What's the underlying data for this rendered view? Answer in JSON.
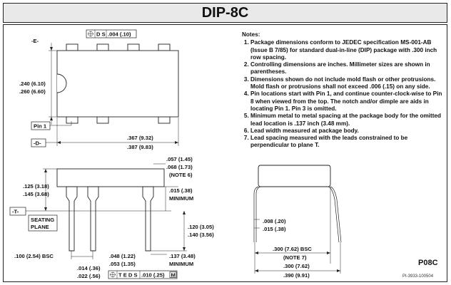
{
  "title": "DIP-8C",
  "notes": {
    "heading": "Notes:",
    "items": [
      "Package dimensions conform to JEDEC specification MS-001-AB (Issue B 7/85) for standard dual-in-line (DIP) package with .300 inch row spacing.",
      "Controlling dimensions are inches. Millimeter sizes are shown in parentheses.",
      "Dimensions shown do not include mold flash or other protrusions. Mold flash or protrusions shall not exceed .006 (.15) on any side.",
      "Pin locations start with Pin 1, and continue counter-clock-wise to Pin 8 when viewed from the top. The notch and/or dimple are aids in locating Pin 1. Pin 3 is omitted.",
      "Minimum metal to metal spacing at the package body for the omitted lead location is .137 inch (3.48 mm).",
      "Lead width measured at package body.",
      "Lead spacing measured with the leads constrained to be perpendicular to plane T."
    ]
  },
  "top_view": {
    "datum_e": "-E-",
    "fcf_ds": "D S",
    "fcf_tol": ".004 (.10)",
    "width_min": ".240 (6.10)",
    "width_max": ".260 (6.60)",
    "pin1_label": "Pin 1",
    "datum_d": "-D-",
    "length_min": ".367 (9.32)",
    "length_max": ".387 (9.83)"
  },
  "side_view": {
    "lead_top_min": ".057 (1.45)",
    "lead_top_max": ".068 (1.73)",
    "note6": "(NOTE 6)",
    "standoff": ".015 (.38)",
    "minimum1": "MINIMUM",
    "height_min": ".125 (3.18)",
    "height_max": ".145 (3.68)",
    "datum_t": "-T-",
    "seating_plane_1": "SEATING",
    "seating_plane_2": "PLANE",
    "lead_len_min": ".120 (3.05)",
    "lead_len_max": ".140 (3.56)",
    "bsc": ".100 (2.54) BSC",
    "shoulder_min": ".048 (1.22)",
    "shoulder_max": ".053 (1.35)",
    "gap": ".137 (3.48)",
    "minimum2": "MINIMUM",
    "lead_w_min": ".014 (.36)",
    "lead_w_max": ".022 (.56)",
    "fcf_ted": "T E D S",
    "fcf_tol2": ".010 (.25)",
    "fcf_m": "M"
  },
  "end_view": {
    "thick_min": ".008 (.20)",
    "thick_max": ".015 (.38)",
    "row_spacing": ".300 (7.62) BSC",
    "note7": "(NOTE 7)",
    "span_min": ".300 (7.62)",
    "span_max": ".390 (9.91)"
  },
  "package_code": "P08C",
  "drawing_ref": "PI-3933-100504"
}
